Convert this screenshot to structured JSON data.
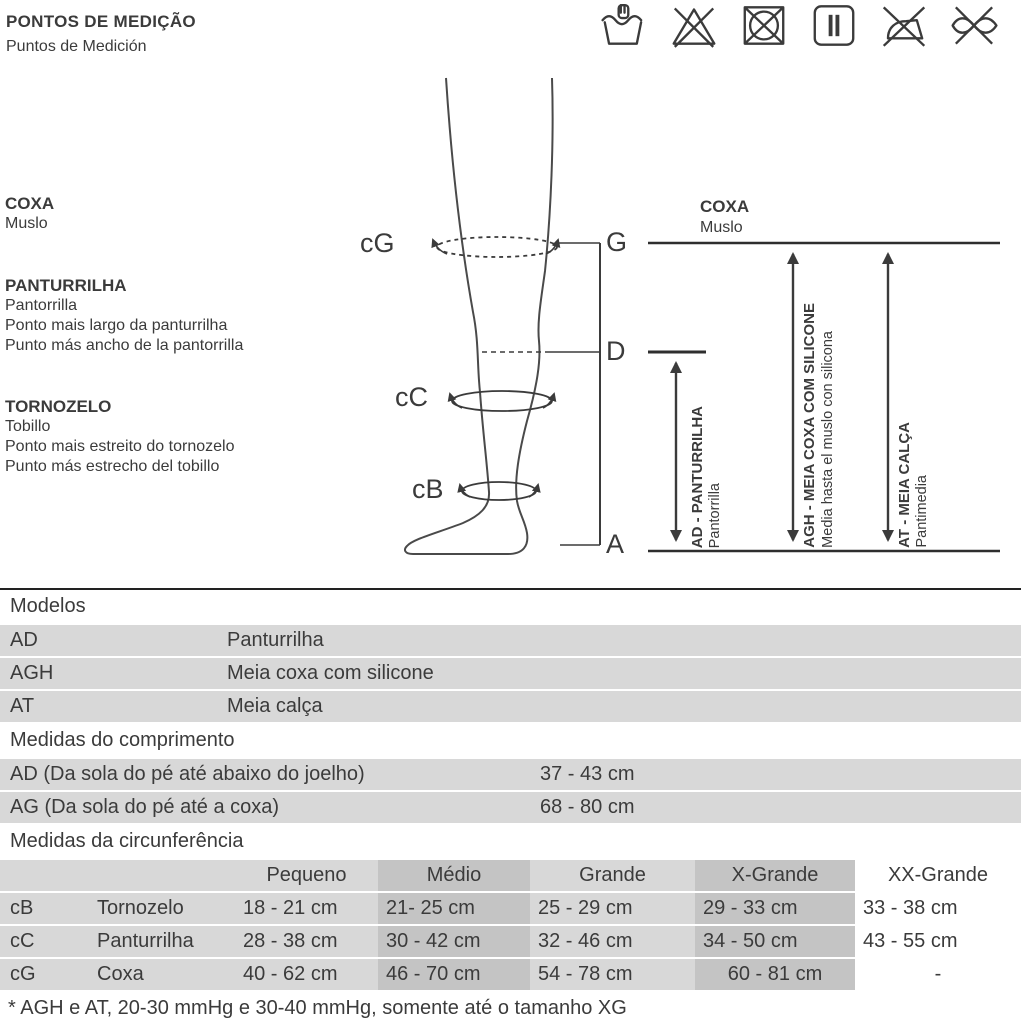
{
  "header": {
    "title": "PONTOS DE MEDIÇÃO",
    "subtitle": "Puntos de Medición"
  },
  "care_symbols": [
    "hand-wash-icon",
    "do-not-bleach-icon",
    "do-not-tumble-dry-icon",
    "drip-dry-icon",
    "do-not-iron-icon",
    "do-not-wring-icon"
  ],
  "left_column": {
    "coxa": {
      "title": "COXA",
      "subtitle": "Muslo"
    },
    "panturrilha": {
      "title": "PANTURRILHA",
      "subtitle": "Pantorrilla",
      "line1": "Ponto mais largo da panturrilha",
      "line2": "Punto más ancho de la pantorrilla"
    },
    "tornozelo": {
      "title": "TORNOZELO",
      "subtitle": "Tobillo",
      "line1": "Ponto mais estreito do tornozelo",
      "line2": "Punto más estrecho del tobillo"
    }
  },
  "diagram": {
    "cG": "cG",
    "cC": "cC",
    "cB": "cB",
    "G": "G",
    "D": "D",
    "A": "A",
    "right_title": "COXA",
    "right_subtitle": "Muslo",
    "arrows": [
      {
        "label": "AD - PANTURRILHA",
        "sublabel": "Pantorrilla"
      },
      {
        "label": "AGH - MEIA COXA COM SILICONE",
        "sublabel": "Media hasta el muslo con silicona"
      },
      {
        "label": "AT - MEIA CALÇA",
        "sublabel": "Pantimedia"
      }
    ]
  },
  "models_table": {
    "header": "Modelos",
    "rows": [
      {
        "code": "AD",
        "name": "Panturrilha"
      },
      {
        "code": "AGH",
        "name": "Meia coxa com silicone"
      },
      {
        "code": "AT",
        "name": "Meia calça"
      }
    ]
  },
  "length_table": {
    "header": "Medidas do comprimento",
    "rows": [
      {
        "label": "AD (Da sola do pé até abaixo do joelho)",
        "value": "37 - 43 cm"
      },
      {
        "label": "AG (Da sola do pé até a coxa)",
        "value": "68 - 80 cm"
      }
    ]
  },
  "circumference_table": {
    "header": "Medidas da circunferência",
    "columns": [
      "Pequeno",
      "Médio",
      "Grande",
      "X-Grande",
      "XX-Grande"
    ],
    "rows": [
      {
        "code": "cB",
        "name": "Tornozelo",
        "values": [
          "18 - 21 cm",
          "21- 25 cm",
          "25 - 29 cm",
          "29 - 33 cm",
          "33 - 38 cm"
        ]
      },
      {
        "code": "cC",
        "name": "Panturrilha",
        "values": [
          "28 - 38 cm",
          "30 - 42 cm",
          "32 - 46 cm",
          "34 - 50 cm",
          "43 - 55 cm"
        ]
      },
      {
        "code": "cG",
        "name": "Coxa",
        "values": [
          "40 - 62 cm",
          "46 - 70 cm",
          "54 - 78 cm",
          "60 - 81 cm",
          "-"
        ]
      }
    ]
  },
  "footnote": "* AGH e AT, 20-30 mmHg e 30-40 mmHg, somente até o tamanho XG"
}
